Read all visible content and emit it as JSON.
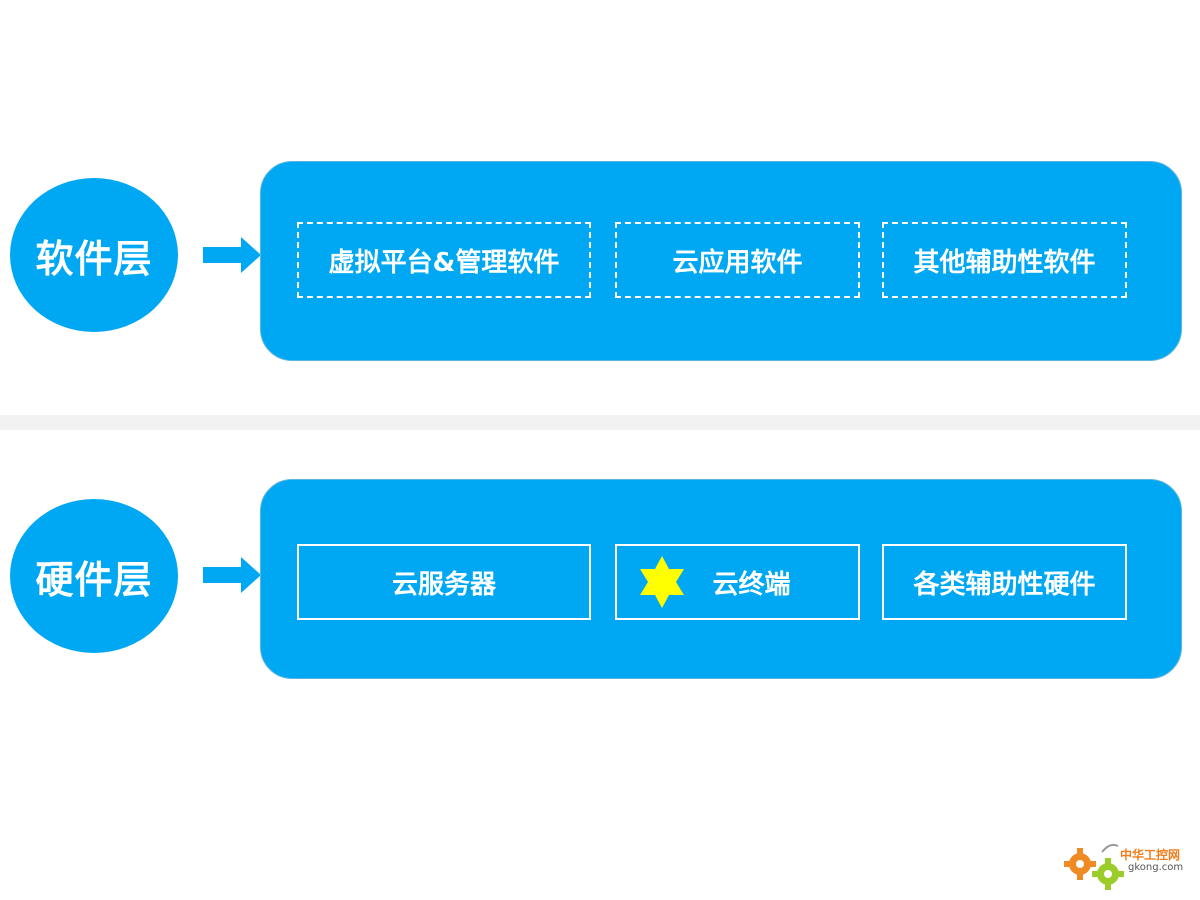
{
  "layers": {
    "software": {
      "title": "软件层",
      "items": [
        "虚拟平台&管理软件",
        "云应用软件",
        "其他辅助性软件"
      ]
    },
    "hardware": {
      "title": "硬件层",
      "items": [
        "云服务器",
        "云终端",
        "各类辅助性硬件"
      ]
    }
  },
  "watermark": {
    "brand": "中华工控网",
    "site": "gkong.com"
  },
  "colors": {
    "primary": "#00a8f3",
    "divider": "#f2f2f2",
    "star": "#ffff00",
    "white": "#ffffff"
  }
}
